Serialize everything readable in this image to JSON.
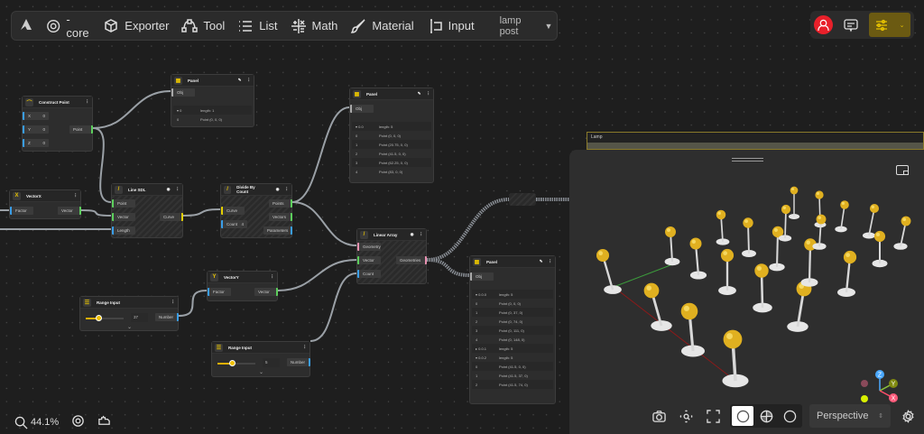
{
  "toolbar": {
    "items": [
      {
        "label": "-core",
        "icon": "core-icon"
      },
      {
        "label": "Exporter",
        "icon": "box-export-icon"
      },
      {
        "label": "Tool",
        "icon": "bezier-tool-icon"
      },
      {
        "label": "List",
        "icon": "list-icon"
      },
      {
        "label": "Math",
        "icon": "math-icon"
      },
      {
        "label": "Material",
        "icon": "brush-icon"
      },
      {
        "label": "Input",
        "icon": "text-cursor-icon"
      }
    ],
    "project": "lamp post"
  },
  "top_right": {
    "avatar_color": "#e8202a",
    "accent": "#e5c100"
  },
  "nodes": {
    "construct_point": {
      "title": "Construct Point",
      "inputs": [
        {
          "name": "X",
          "value": "0"
        },
        {
          "name": "Y",
          "value": "0"
        },
        {
          "name": "Z",
          "value": "0"
        }
      ],
      "output": "Point"
    },
    "panel1": {
      "title": "Panel",
      "input": "Obj",
      "rows": [
        [
          "▾ 0",
          "length: 1"
        ],
        [
          "0",
          "Point (0, 0, 0)"
        ]
      ]
    },
    "vectorx": {
      "title": "VectorX",
      "input": "Factor",
      "output": "Vector"
    },
    "line_sdl": {
      "title": "Line SDL",
      "inputs": [
        "Point",
        "Vector",
        "Length"
      ],
      "output": "Curve"
    },
    "divide": {
      "title": "Divide By Count",
      "inputs": [
        "Curve",
        "Count"
      ],
      "count_value": "4",
      "outputs": [
        "Points",
        "Vectors",
        "Parameters"
      ]
    },
    "panel2": {
      "title": "Panel",
      "input": "Obj",
      "rows": [
        [
          "▾ 0.0",
          "length: 5"
        ],
        [
          "0",
          "Point (0, 0, 0)"
        ],
        [
          "1",
          "Point (20.75, 0, 0)"
        ],
        [
          "2",
          "Point (41.5, 0, 0)"
        ],
        [
          "3",
          "Point (62.25, 0, 0)"
        ],
        [
          "4",
          "Point (83, 0, 0)"
        ]
      ]
    },
    "linear_array": {
      "title": "Linear Array",
      "inputs": [
        "Geometry",
        "Vector",
        "Count"
      ],
      "output": "Geometries"
    },
    "panel3": {
      "title": "Panel",
      "input": "Obj",
      "rows": [
        [
          "▾ 0.0.0",
          "length: 5"
        ],
        [
          "0",
          "Point (0, 0, 0)"
        ],
        [
          "1",
          "Point (0, 37, 0)"
        ],
        [
          "2",
          "Point (0, 74, 0)"
        ],
        [
          "3",
          "Point (0, 111, 0)"
        ],
        [
          "4",
          "Point (0, 148, 0)"
        ],
        [
          "▸ 0.0.1",
          "length: 5"
        ],
        [
          "▾ 0.0.2",
          "length: 5"
        ],
        [
          "0",
          "Point (41.5, 0, 0)"
        ],
        [
          "1",
          "Point (41.5, 37, 0)"
        ],
        [
          "2",
          "Point (41.5, 74, 0)"
        ]
      ]
    },
    "range1": {
      "title": "Range Input",
      "value": "37",
      "slider_fraction": 0.35,
      "output": "Number"
    },
    "vectory": {
      "title": "VectorY",
      "input": "Factor",
      "output": "Vector"
    },
    "range2": {
      "title": "Range Input",
      "value": "5",
      "slider_fraction": 0.4,
      "output": "Number"
    },
    "lamp": {
      "title": "Lamp"
    }
  },
  "port_colors": {
    "point": "#5ccf5c",
    "curve": "#e5d000",
    "number": "#3a9ee8",
    "geometry": "#e890b0"
  },
  "viewport": {
    "projection": "Perspective",
    "shading_modes": [
      "solid",
      "material",
      "wireframe"
    ],
    "active_shading": "solid",
    "gizmo": {
      "x": "X",
      "y": "Y",
      "z": "Z"
    }
  },
  "footer": {
    "zoom": "44.1%"
  }
}
